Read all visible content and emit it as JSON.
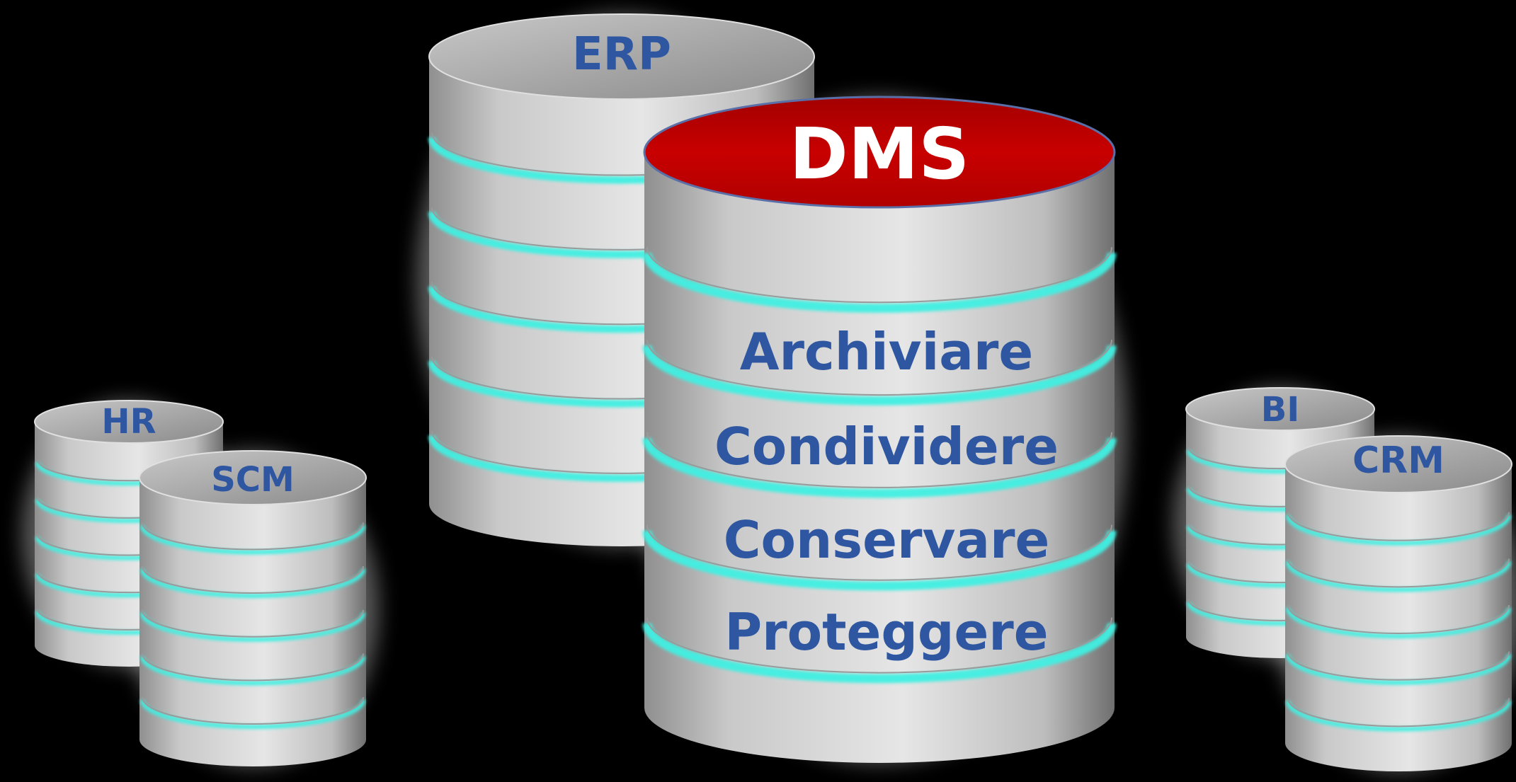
{
  "colors": {
    "background": "#000000",
    "cylinder_body": "#d4d4d4",
    "cylinder_top": "#a5a5a5",
    "ring_glow": "#3ff0e2",
    "label_text": "#2f56a0",
    "dms_top": "#c10000",
    "dms_text": "#ffffff"
  },
  "diagram": {
    "erp": {
      "label": "ERP"
    },
    "dms": {
      "label": "DMS",
      "functions": [
        "Archiviare",
        "Condividere",
        "Conservare",
        "Proteggere"
      ]
    },
    "hr": {
      "label": "HR"
    },
    "scm": {
      "label": "SCM"
    },
    "bi": {
      "label": "BI"
    },
    "crm": {
      "label": "CRM"
    }
  }
}
